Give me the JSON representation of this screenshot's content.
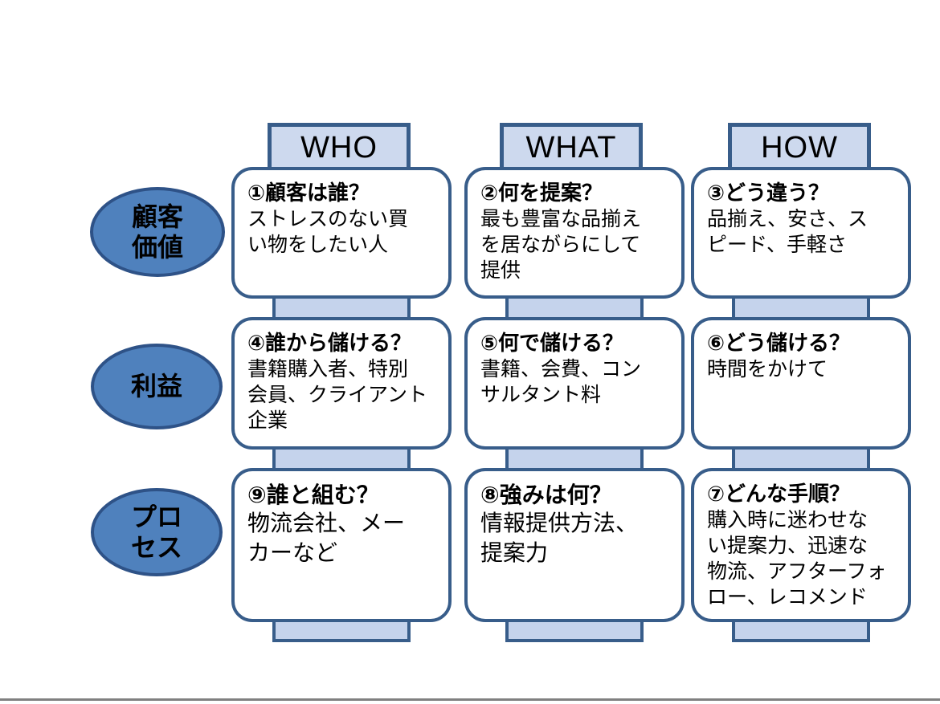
{
  "diagram_title": "WHO WHAT HOW business model matrix",
  "colors": {
    "dark_border": "#385D8A",
    "ellipse_fill": "#4F81BD",
    "header_fill": "#CDD9EE",
    "connector_fill": "#C5D3EC",
    "box_fill": "#FFFFFF",
    "text": "#000000",
    "bottom_line": "#808080"
  },
  "columns": [
    {
      "label": "WHO"
    },
    {
      "label": "WHAT"
    },
    {
      "label": "HOW"
    }
  ],
  "rows": [
    {
      "label": "顧客\n価値"
    },
    {
      "label": "利益"
    },
    {
      "label": "プロ\nセス"
    }
  ],
  "boxes": [
    {
      "number": "①",
      "heading": "①顧客は誰？",
      "body": "ストレスのない買\nい物をしたい人"
    },
    {
      "number": "②",
      "heading": "②何を提案？",
      "body": "最も豊富な品揃え\nを居ながらにして\n提供"
    },
    {
      "number": "③",
      "heading": "③どう違う？",
      "body": "品揃え、安さ、ス\nピード、手軽さ"
    },
    {
      "number": "④",
      "heading": "④誰から儲ける？",
      "body": "書籍購入者、特別\n会員、クライアント\n企業"
    },
    {
      "number": "⑤",
      "heading": "⑤何で儲ける？",
      "body": "書籍、会費、コン\nサルタント料"
    },
    {
      "number": "⑥",
      "heading": "⑥どう儲ける？",
      "body": "時間をかけて"
    },
    {
      "number": "⑨",
      "heading": "⑨誰と組む？",
      "body": "物流会社、メー\nカーなど"
    },
    {
      "number": "⑧",
      "heading": "⑧強みは何？",
      "body": "情報提供方法、\n提案力"
    },
    {
      "number": "⑦",
      "heading": "⑦どんな手順？",
      "body": "購入時に迷わせな\nい提案力、迅速な\n物流、アフターフォ\nロー、レコメンド"
    }
  ]
}
